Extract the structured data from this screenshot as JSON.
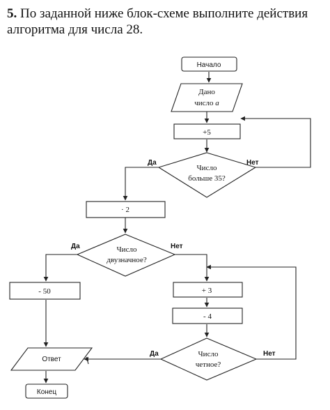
{
  "task": {
    "number": "5.",
    "text": "По заданной ниже блок-схеме выполните действия алгоритма для числа 28."
  },
  "flowchart": {
    "start": "Начало",
    "input_line1": "Дано",
    "input_line2": "число",
    "input_var": "a",
    "add5": "+5",
    "cond1_line1": "Число",
    "cond1_line2": "больше 35?",
    "cond1_yes": "Да",
    "cond1_no": "Нет",
    "mul2": "· 2",
    "cond2_line1": "Число",
    "cond2_line2": "двузначное?",
    "cond2_yes": "Да",
    "cond2_no": "Нет",
    "sub50": "- 50",
    "add3": "+ 3",
    "sub4": "- 4",
    "cond3_line1": "Число",
    "cond3_line2": "четное?",
    "cond3_yes": "Да",
    "cond3_no": "Нет",
    "output": "Ответ",
    "end": "Конец"
  }
}
